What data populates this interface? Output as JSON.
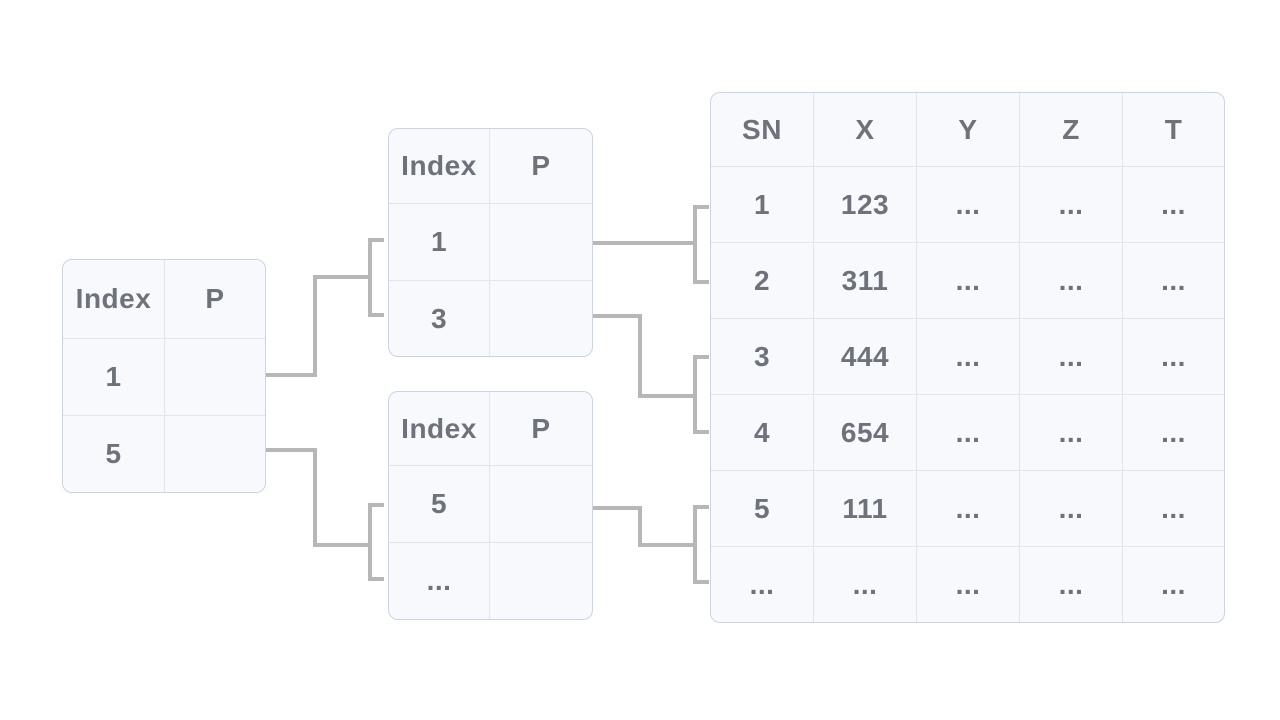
{
  "page": {
    "background": "#ffffff"
  },
  "colors": {
    "table_background": "#f8f9fd",
    "table_outer_border": "#c9d4e4",
    "table_grid_line": "#dfe6f1",
    "text": "#6e737b",
    "connector_line": "#b7b7b7"
  },
  "tables": {
    "outer_index": {
      "headers": [
        "Index",
        "P"
      ],
      "rows": [
        [
          "1",
          ""
        ],
        [
          "5",
          ""
        ]
      ]
    },
    "inner_index_top": {
      "headers": [
        "Index",
        "P"
      ],
      "rows": [
        [
          "1",
          ""
        ],
        [
          "3",
          ""
        ]
      ]
    },
    "inner_index_bottom": {
      "headers": [
        "Index",
        "P"
      ],
      "rows": [
        [
          "5",
          ""
        ],
        [
          "...",
          ""
        ]
      ]
    },
    "data_table": {
      "headers": [
        "SN",
        "X",
        "Y",
        "Z",
        "T"
      ],
      "rows": [
        [
          "1",
          "123",
          "...",
          "...",
          "..."
        ],
        [
          "2",
          "311",
          "...",
          "...",
          "..."
        ],
        [
          "3",
          "444",
          "...",
          "...",
          "..."
        ],
        [
          "4",
          "654",
          "...",
          "...",
          "..."
        ],
        [
          "5",
          "111",
          "...",
          "...",
          "..."
        ],
        [
          "...",
          "...",
          "...",
          "...",
          "..."
        ]
      ]
    }
  }
}
